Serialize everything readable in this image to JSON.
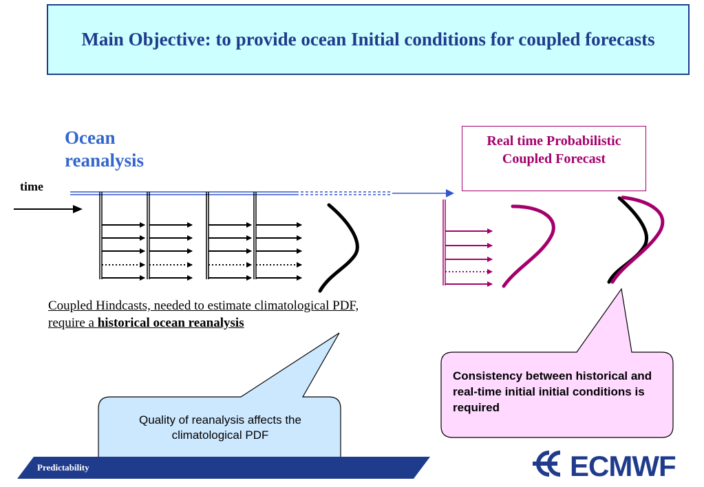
{
  "title": "Main Objective: to provide ocean Initial conditions for coupled forecasts",
  "ocean_reanalysis_label": "Ocean reanalysis",
  "realtime_box_label": "Real time Probabilistic Coupled Forecast",
  "time_label": "time",
  "caption": {
    "part1": "Coupled Hindcasts, needed to estimate climatological PDF,",
    "part2": "require a ",
    "bold": "historical ocean reanalysis"
  },
  "callout_left": "Quality of reanalysis affects the climatological PDF",
  "callout_right": "Consistency between historical and real-time initial initial conditions is required",
  "footer_text": "Predictability",
  "logo_text": "ECMWF",
  "colors": {
    "title_bg": "#ccffff",
    "navy": "#1f3b8c",
    "ocean_blue": "#3366cc",
    "magenta": "#a4006d",
    "callout_left_bg": "#cce8ff",
    "callout_right_bg": "#ffd9ff"
  },
  "icons": [
    "time-arrow-icon",
    "pdf-curve-icon",
    "ecmwf-logo-icon"
  ]
}
